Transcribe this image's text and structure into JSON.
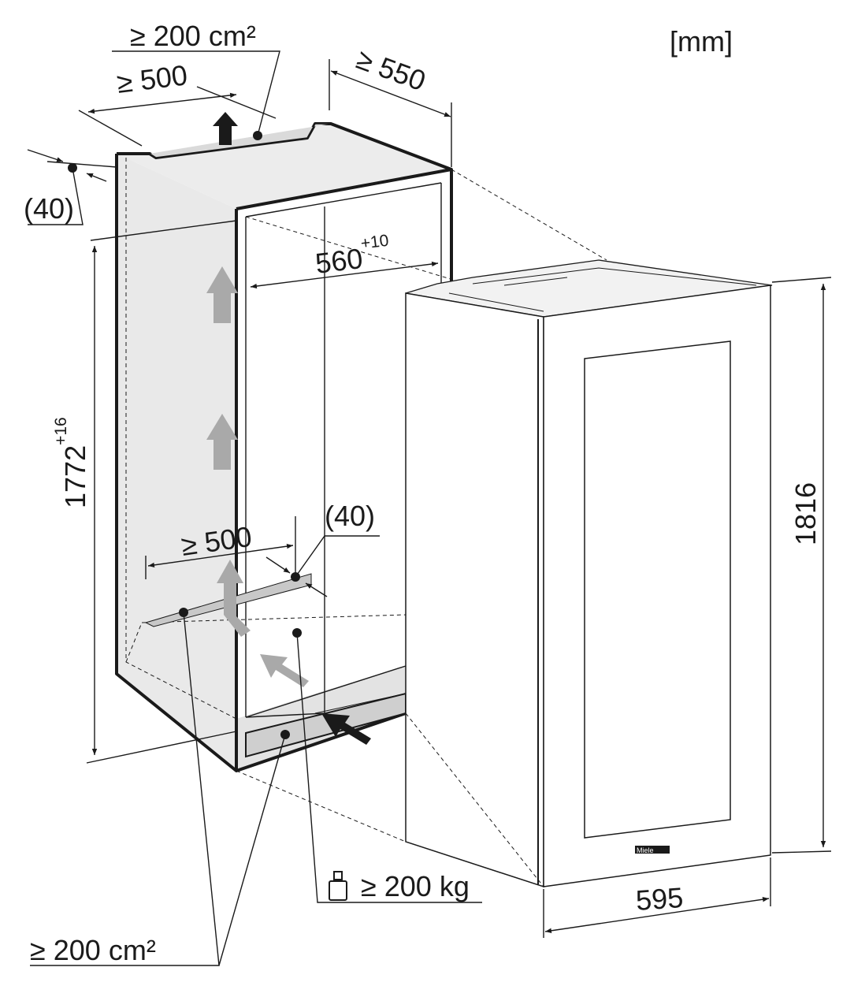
{
  "units": "[mm]",
  "dimensions": {
    "top_vent_area": "≥ 200 cm²",
    "top_depth_min": "≥ 500",
    "niche_depth_min": "≥ 550",
    "rear_gap_top": "(40)",
    "niche_width": "560",
    "niche_width_tol": "+10",
    "niche_height": "1772",
    "niche_height_tol": "+16",
    "bottom_depth_min": "≥ 500",
    "rear_gap_bottom": "(40)",
    "floor_load": "≥ 200 kg",
    "appliance_height": "1816",
    "appliance_width": "595",
    "bottom_vent_area": "≥ 200 cm²"
  },
  "appliance": {
    "brand_mark": "Miele"
  },
  "colors": {
    "line": "#1a1a1a",
    "panel": "#e9e9e9",
    "vent": "#c8c8c8",
    "arrow": "#a9a9a9"
  }
}
